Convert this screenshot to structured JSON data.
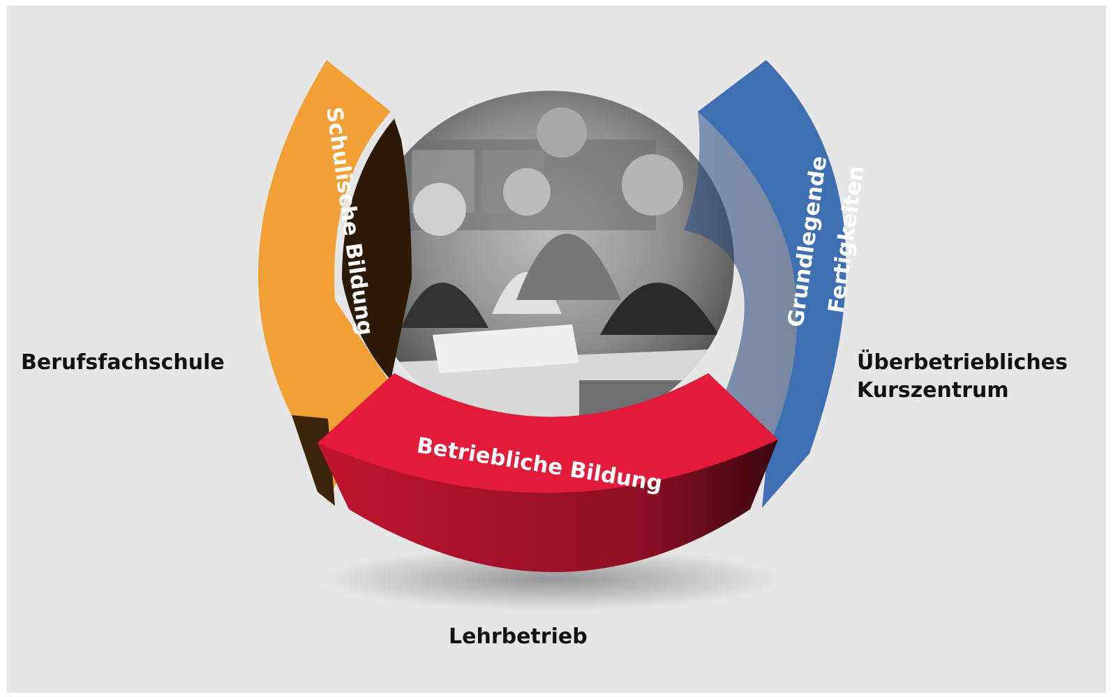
{
  "segments": {
    "school": {
      "label": "Schulische Bildung",
      "color": "#f0a035"
    },
    "company": {
      "label": "Betriebliche Bildung",
      "color": "#e31a3a"
    },
    "skills": {
      "line1": "Grundlegende",
      "line2": "Fertigkeiten",
      "color": "#3e6fb3"
    }
  },
  "places": {
    "school": "Berufsfachschule",
    "company": "Lehrbetrieb",
    "skills": {
      "line1": "Überbetriebliches",
      "line2": "Kurszentrum"
    }
  },
  "photo": {
    "icon": "classroom-photo-icon"
  }
}
